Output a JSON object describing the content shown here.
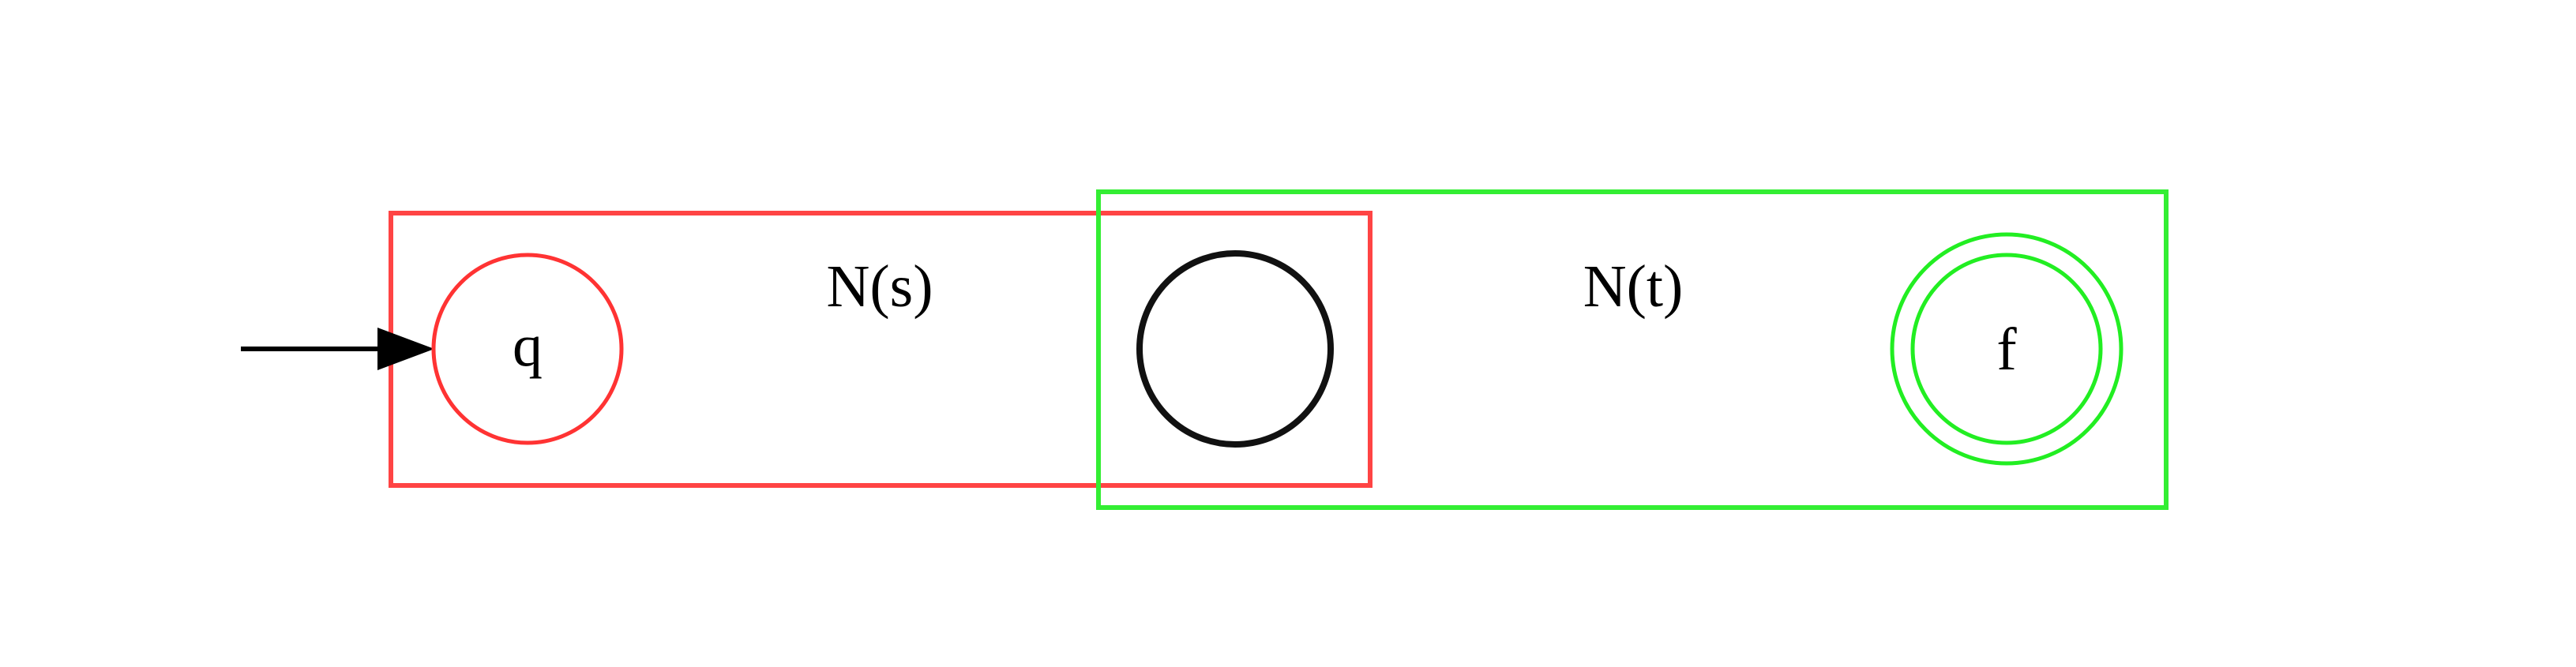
{
  "diagram": {
    "box_s": {
      "label": "N(s)",
      "color": "#ff4444"
    },
    "box_t": {
      "label": "N(t)",
      "color": "#33ee33"
    },
    "start_state": {
      "label": "q",
      "color": "#ff3333"
    },
    "middle_state": {
      "label": "",
      "color": "#000000"
    },
    "final_state": {
      "label": "f",
      "color": "#22ee22"
    },
    "start_arrow": {
      "color": "#000000"
    }
  }
}
